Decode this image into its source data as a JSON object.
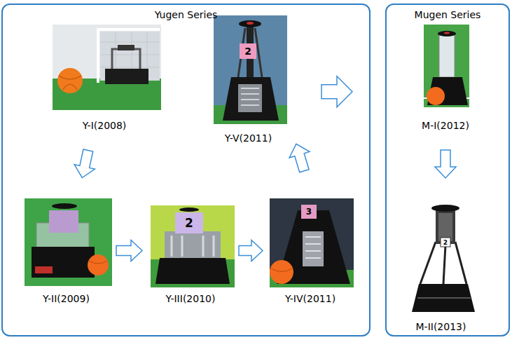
{
  "diagram": {
    "nodes": [
      {
        "text": [
          "Yugen Series"
        ]
      },
      {
        "text": [
          "Y-I(2008)"
        ],
        "in": 0
      },
      {
        "text": [
          "Y-II(2009)"
        ],
        "in": 0
      },
      {
        "text": [
          "Y-III(2010)"
        ],
        "in": 0
      },
      {
        "text": [
          "Y-IV(2011)"
        ],
        "in": 0
      },
      {
        "text": [
          "Y-V(2011)"
        ],
        "in": 0
      },
      {
        "text": [
          "Mugen Series"
        ]
      },
      {
        "text": [
          "M-I(2012)"
        ],
        "in": 6
      },
      {
        "text": [
          "M-II(2013)"
        ],
        "in": 6
      }
    ],
    "edges": [
      {
        "from": 1,
        "to": 2,
        "arrow": "to"
      },
      {
        "from": 2,
        "to": 3,
        "arrow": "to"
      },
      {
        "from": 3,
        "to": 4,
        "arrow": "to"
      },
      {
        "from": 4,
        "to": 5,
        "arrow": "to"
      },
      {
        "from": 5,
        "to": 6,
        "arrow": "to"
      },
      {
        "from": 7,
        "to": 8,
        "arrow": "to"
      }
    ],
    "labels": [
      "2",
      "2",
      "3",
      "2"
    ]
  }
}
